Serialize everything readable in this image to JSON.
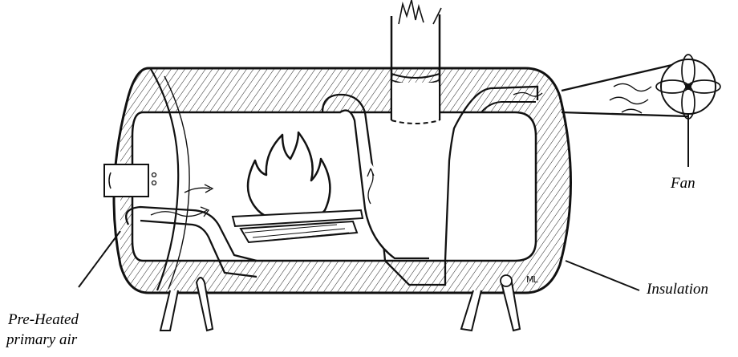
{
  "labels": {
    "fan": "Fan",
    "insulation": "Insulation",
    "preheated_line1": "Pre-Heated",
    "preheated_line2": "primary air"
  },
  "signature": "ML",
  "colors": {
    "ink": "#111111",
    "background": "#ffffff"
  }
}
